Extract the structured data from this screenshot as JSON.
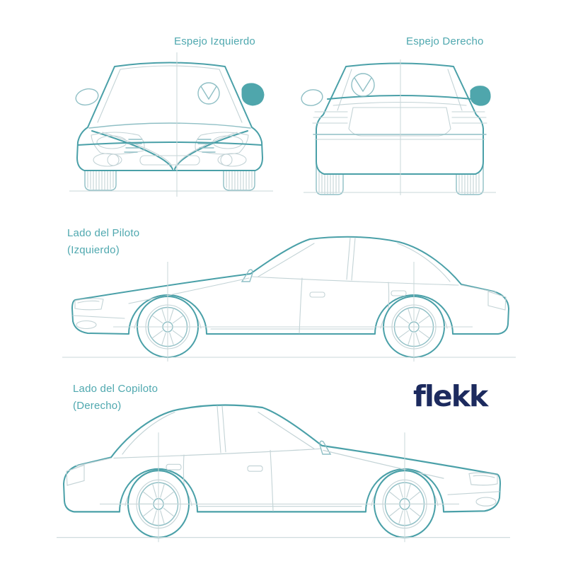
{
  "page": {
    "background": "#ffffff"
  },
  "colors": {
    "line": "#4AA0A8",
    "line_soft": "#8FBFC5",
    "line_light": "#C3D3D6",
    "guide": "#C9D7D9",
    "label": "#4FA8AF",
    "mirror_highlight": "#4FA6AC",
    "logo": "#1C2A5E"
  },
  "views": {
    "front": {
      "label": "Espejo Izquierdo",
      "highlight": "left-mirror"
    },
    "rear": {
      "label": "Espejo Derecho",
      "highlight": "right-mirror"
    },
    "driver_side": {
      "label_line1": "Lado del Piloto",
      "label_line2": "(Izquierdo)"
    },
    "passenger_side": {
      "label_line1": "Lado del Copiloto",
      "label_line2": "(Derecho)"
    }
  },
  "logo": {
    "text": "flekk"
  }
}
